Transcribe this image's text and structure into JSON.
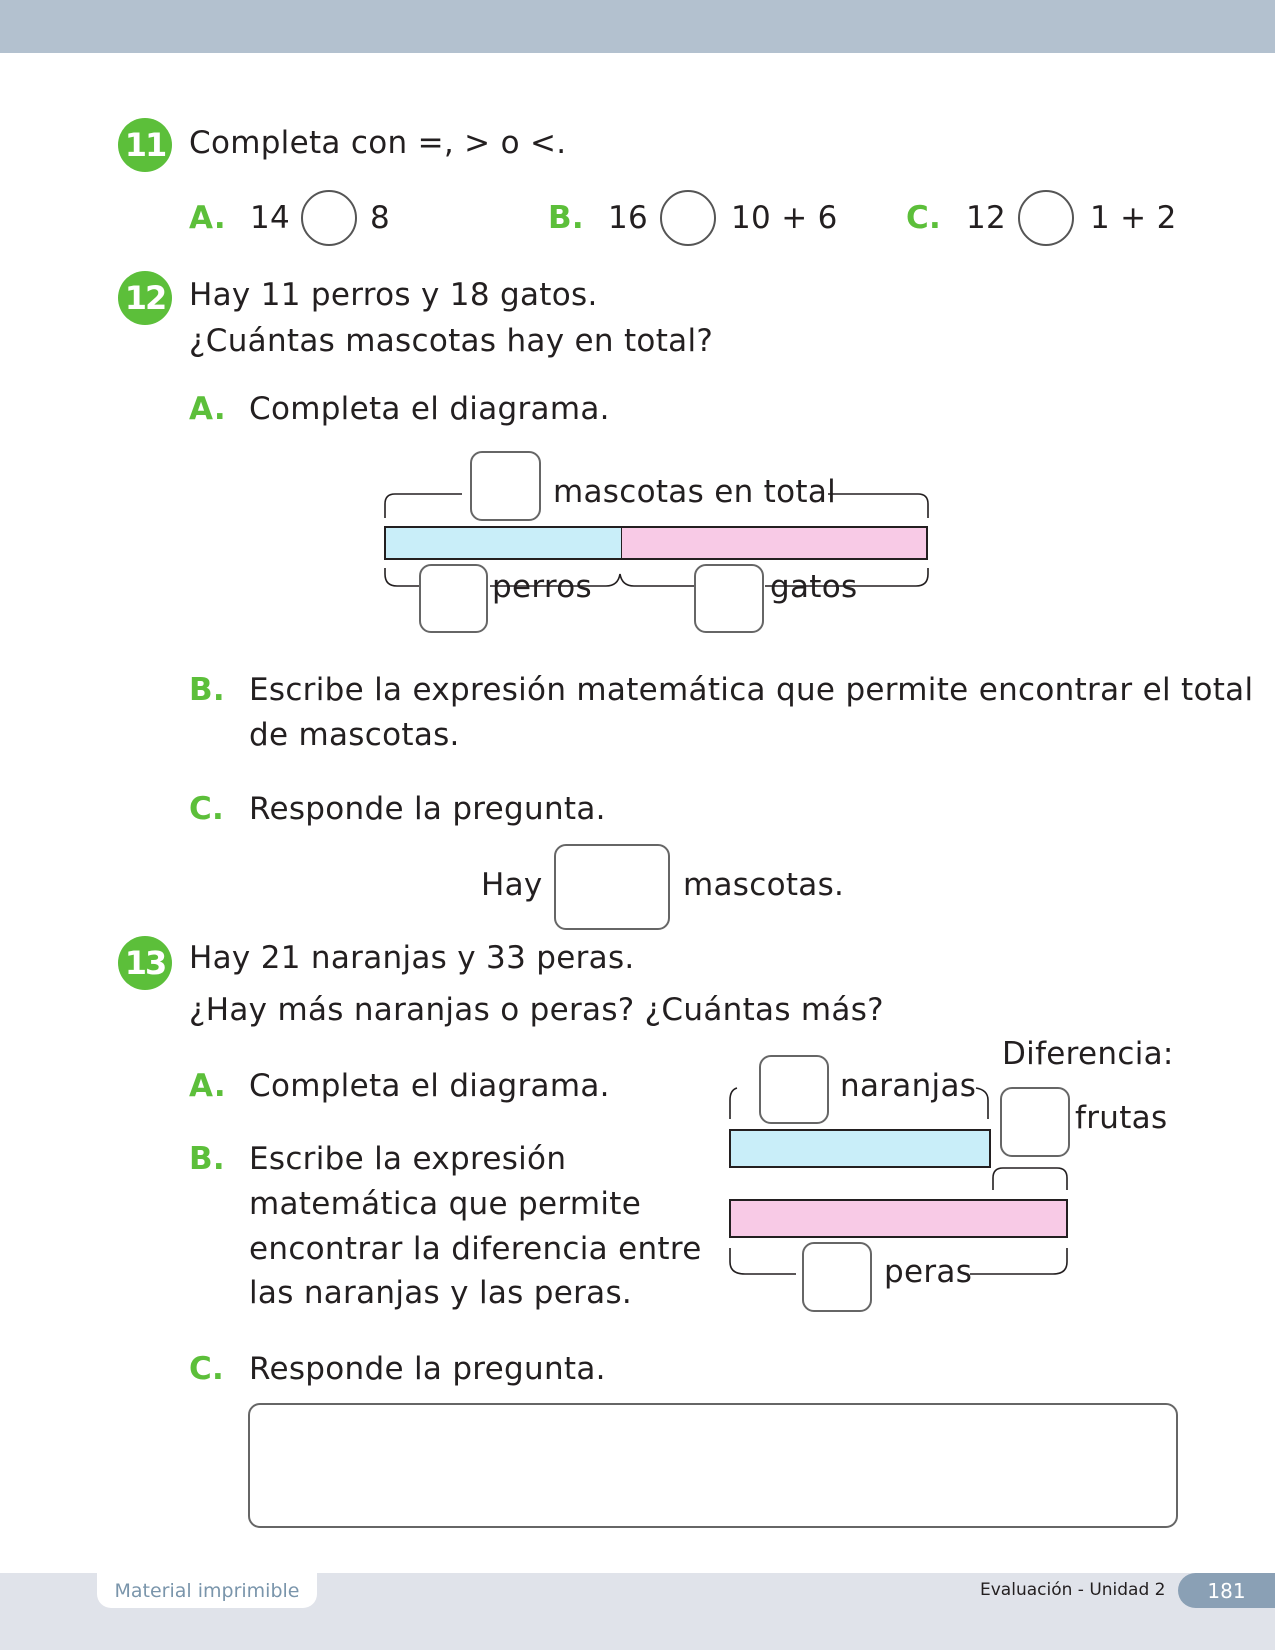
{
  "q11": {
    "number": "11",
    "prompt": "Completa con =, > o <.",
    "items": [
      {
        "label": "A.",
        "left": "14",
        "right": "8"
      },
      {
        "label": "B.",
        "left": "16",
        "right": "10 + 6"
      },
      {
        "label": "C.",
        "left": "12",
        "right": "1 + 2"
      }
    ]
  },
  "q12": {
    "number": "12",
    "line1": "Hay 11 perros y 18 gatos.",
    "line2": "¿Cuántas mascotas hay en total?",
    "a_label": "A.",
    "a_text": "Completa el diagrama.",
    "diagram": {
      "total": "mascotas en total",
      "part1": "perros",
      "part2": "gatos",
      "colors": {
        "part1": "#c9eef9",
        "part2": "#f8cae6"
      }
    },
    "b_label": "B.",
    "b_line1": "Escribe la expresión matemática que permite encontrar el total",
    "b_line2": "de mascotas.",
    "c_label": "C.",
    "c_text": "Responde la pregunta.",
    "answer_pre": "Hay",
    "answer_post": "mascotas."
  },
  "q13": {
    "number": "13",
    "line1": "Hay 21 naranjas y 33 peras.",
    "line2": "¿Hay más naranjas o peras? ¿Cuántas más?",
    "a_label": "A.",
    "a_text": "Completa el diagrama.",
    "b_label": "B.",
    "b_lines": [
      "Escribe la expresión",
      "matemática que permite",
      "encontrar la diferencia entre",
      "las naranjas y las peras."
    ],
    "diagram": {
      "top": "naranjas",
      "bottom": "peras",
      "diff_title": "Diferencia:",
      "diff_unit": "frutas"
    },
    "c_label": "C.",
    "c_text": "Responde la pregunta."
  },
  "footer": {
    "tab": "Material imprimible",
    "section": "Evaluación - Unidad 2",
    "page": "181"
  },
  "colors": {
    "accent": "#5cbf3a"
  }
}
